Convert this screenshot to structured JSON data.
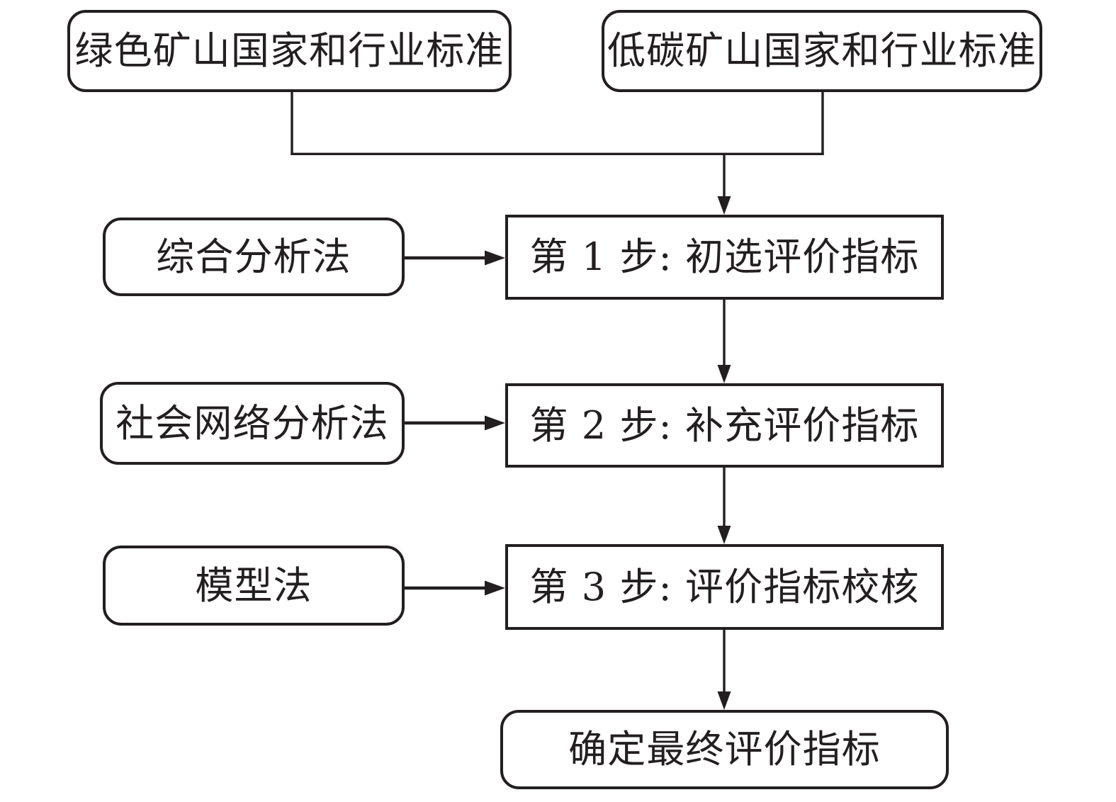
{
  "figure": {
    "type": "flowchart",
    "background_color": "#ffffff",
    "line_color": "#231f20",
    "box_fill_color": "#ffffff",
    "nodes": {
      "source_left": "绿色矿山国家和行业标准",
      "source_right": "低碳矿山国家和行业标准",
      "method_1": "综合分析法",
      "method_2": "社会网络分析法",
      "method_3": "模型法",
      "step_1": "第 1 步: 初选评价指标",
      "step_2": "第 2 步: 补充评价指标",
      "step_3": "第 3 步: 评价指标校核",
      "result": "确定最终评价指标"
    },
    "edges": [
      {
        "from": "source_left",
        "to": "step_1"
      },
      {
        "from": "source_right",
        "to": "step_1"
      },
      {
        "from": "method_1",
        "to": "step_1"
      },
      {
        "from": "step_1",
        "to": "step_2"
      },
      {
        "from": "method_2",
        "to": "step_2"
      },
      {
        "from": "step_2",
        "to": "step_3"
      },
      {
        "from": "method_3",
        "to": "step_3"
      },
      {
        "from": "step_3",
        "to": "result"
      }
    ]
  }
}
